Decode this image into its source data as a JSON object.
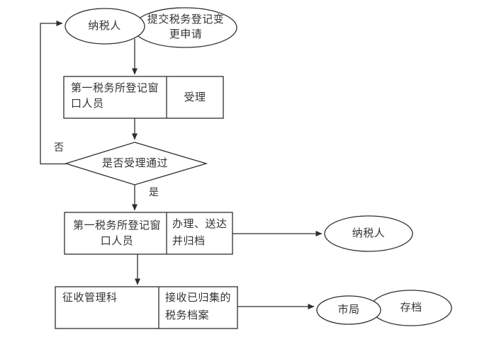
{
  "colors": {
    "background": "#ffffff",
    "line": "#2e2e2e",
    "text": "#333333"
  },
  "flowchart": {
    "nodes": {
      "taxpayer_start": {
        "label": "纳税人"
      },
      "submit_request": {
        "label": "提交税务登记变\n更申请"
      },
      "accept_step": {
        "actor": "第一税务所登记窗\n口人员",
        "action": "受理"
      },
      "decision": {
        "label": "是否受理通过",
        "no_label": "否",
        "yes_label": "是"
      },
      "process_step": {
        "actor": "第一税务所登记窗\n口人员",
        "action": "办理、送达\n并归档"
      },
      "taxpayer_result": {
        "label": "纳税人"
      },
      "archive_step": {
        "actor": "征收管理科",
        "action": "接收已归集的\n税务档案"
      },
      "city_bureau": {
        "label": "市局"
      },
      "archive": {
        "label": "存档"
      }
    }
  }
}
